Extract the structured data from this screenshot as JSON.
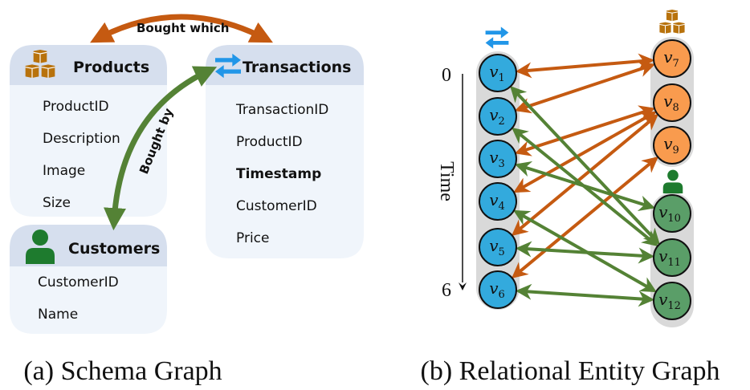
{
  "colors": {
    "product_edge": "#C55A11",
    "customer_edge": "#548235",
    "table_header_bg": "#D6DFEE",
    "table_body_bg": "#F0F5FB",
    "transaction_node": "#33AADD",
    "product_node": "#F99B4E",
    "customer_node": "#5A9E68",
    "track_bg": "#D9D9D9",
    "product_icon": "#B8720C",
    "transaction_icon": "#2196E8",
    "customer_icon": "#1E7B2E"
  },
  "schema": {
    "caption": "(a) Schema Graph",
    "tables": [
      {
        "id": "products",
        "title": "Products",
        "icon": "boxes-icon",
        "fields": [
          {
            "name": "ProductID",
            "bold": false
          },
          {
            "name": "Description",
            "bold": false
          },
          {
            "name": "Image",
            "bold": false
          },
          {
            "name": "Size",
            "bold": false
          }
        ]
      },
      {
        "id": "transactions",
        "title": "Transactions",
        "icon": "exchange-arrows-icon",
        "fields": [
          {
            "name": "TransactionID",
            "bold": false
          },
          {
            "name": "ProductID",
            "bold": false
          },
          {
            "name": "Timestamp",
            "bold": true
          },
          {
            "name": "CustomerID",
            "bold": false
          },
          {
            "name": "Price",
            "bold": false
          }
        ]
      },
      {
        "id": "customers",
        "title": "Customers",
        "icon": "person-icon",
        "fields": [
          {
            "name": "CustomerID",
            "bold": false
          },
          {
            "name": "Name",
            "bold": false
          }
        ]
      }
    ],
    "relations": [
      {
        "label": "Bought which",
        "from": "products",
        "to": "transactions",
        "color_key": "product_edge"
      },
      {
        "label": "Bought by",
        "from": "customers",
        "to": "transactions",
        "color_key": "customer_edge"
      }
    ]
  },
  "entity_graph": {
    "caption": "(b) Relational Entity Graph",
    "time_axis": {
      "label": "Time",
      "start": "0",
      "end": "6"
    },
    "groups": [
      {
        "id": "transactions",
        "icon": "exchange-arrows-icon",
        "color_key": "transaction_node",
        "nodes": [
          {
            "id": "v1",
            "base": "v",
            "sub": "1"
          },
          {
            "id": "v2",
            "base": "v",
            "sub": "2"
          },
          {
            "id": "v3",
            "base": "v",
            "sub": "3"
          },
          {
            "id": "v4",
            "base": "v",
            "sub": "4"
          },
          {
            "id": "v5",
            "base": "v",
            "sub": "5"
          },
          {
            "id": "v6",
            "base": "v",
            "sub": "6"
          }
        ]
      },
      {
        "id": "products",
        "icon": "boxes-icon",
        "color_key": "product_node",
        "nodes": [
          {
            "id": "v7",
            "base": "v",
            "sub": "7"
          },
          {
            "id": "v8",
            "base": "v",
            "sub": "8"
          },
          {
            "id": "v9",
            "base": "v",
            "sub": "9"
          }
        ]
      },
      {
        "id": "customers",
        "icon": "person-icon",
        "color_key": "customer_node",
        "nodes": [
          {
            "id": "v10",
            "base": "v",
            "sub": "10"
          },
          {
            "id": "v11",
            "base": "v",
            "sub": "11"
          },
          {
            "id": "v12",
            "base": "v",
            "sub": "12"
          }
        ]
      }
    ],
    "edges": [
      {
        "from": "v1",
        "to": "v7",
        "type": "product"
      },
      {
        "from": "v2",
        "to": "v7",
        "type": "product"
      },
      {
        "from": "v3",
        "to": "v8",
        "type": "product"
      },
      {
        "from": "v4",
        "to": "v8",
        "type": "product"
      },
      {
        "from": "v5",
        "to": "v8",
        "type": "product"
      },
      {
        "from": "v6",
        "to": "v9",
        "type": "product"
      },
      {
        "from": "v1",
        "to": "v11",
        "type": "customer"
      },
      {
        "from": "v2",
        "to": "v11",
        "type": "customer"
      },
      {
        "from": "v3",
        "to": "v10",
        "type": "customer"
      },
      {
        "from": "v4",
        "to": "v12",
        "type": "customer"
      },
      {
        "from": "v5",
        "to": "v11",
        "type": "customer"
      },
      {
        "from": "v6",
        "to": "v12",
        "type": "customer"
      }
    ]
  }
}
